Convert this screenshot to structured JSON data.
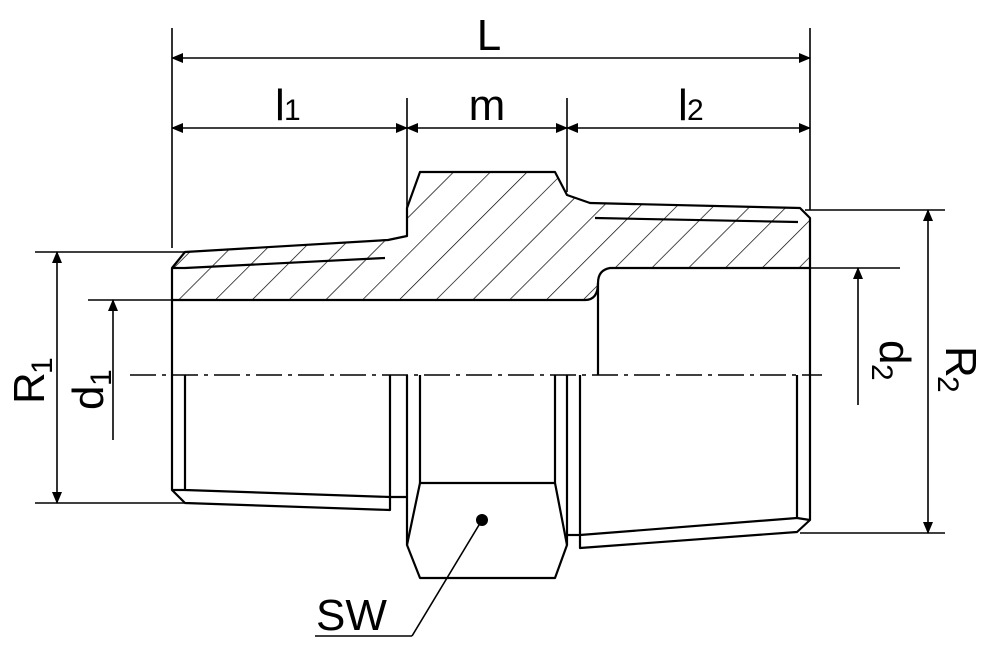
{
  "labels": {
    "overall_length": "L",
    "thread_length_1": "l",
    "thread_length_1_sub": "1",
    "hex_length": "m",
    "thread_length_2": "l",
    "thread_length_2_sub": "2",
    "thread_1": "R",
    "thread_1_sub": "1",
    "bore_1": "d",
    "bore_1_sub": "1",
    "bore_2": "d",
    "bore_2_sub": "2",
    "thread_2": "R",
    "thread_2_sub": "2",
    "wrench_size": "SW"
  },
  "colors": {
    "line": "#000000",
    "background": "#ffffff"
  }
}
